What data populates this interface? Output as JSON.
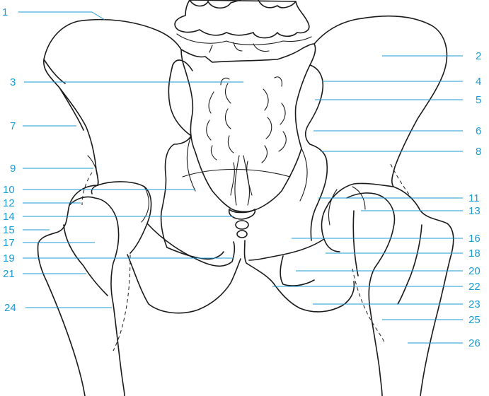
{
  "diagram": {
    "accent_color": "#1a9ad6",
    "line_color": "#1a1a1a",
    "labels": [
      "1",
      "2",
      "3",
      "4",
      "5",
      "6",
      "7",
      "8",
      "9",
      "10",
      "11",
      "12",
      "13",
      "14",
      "15",
      "16",
      "17",
      "18",
      "19",
      "20",
      "21",
      "22",
      "23",
      "24",
      "25",
      "26"
    ]
  }
}
